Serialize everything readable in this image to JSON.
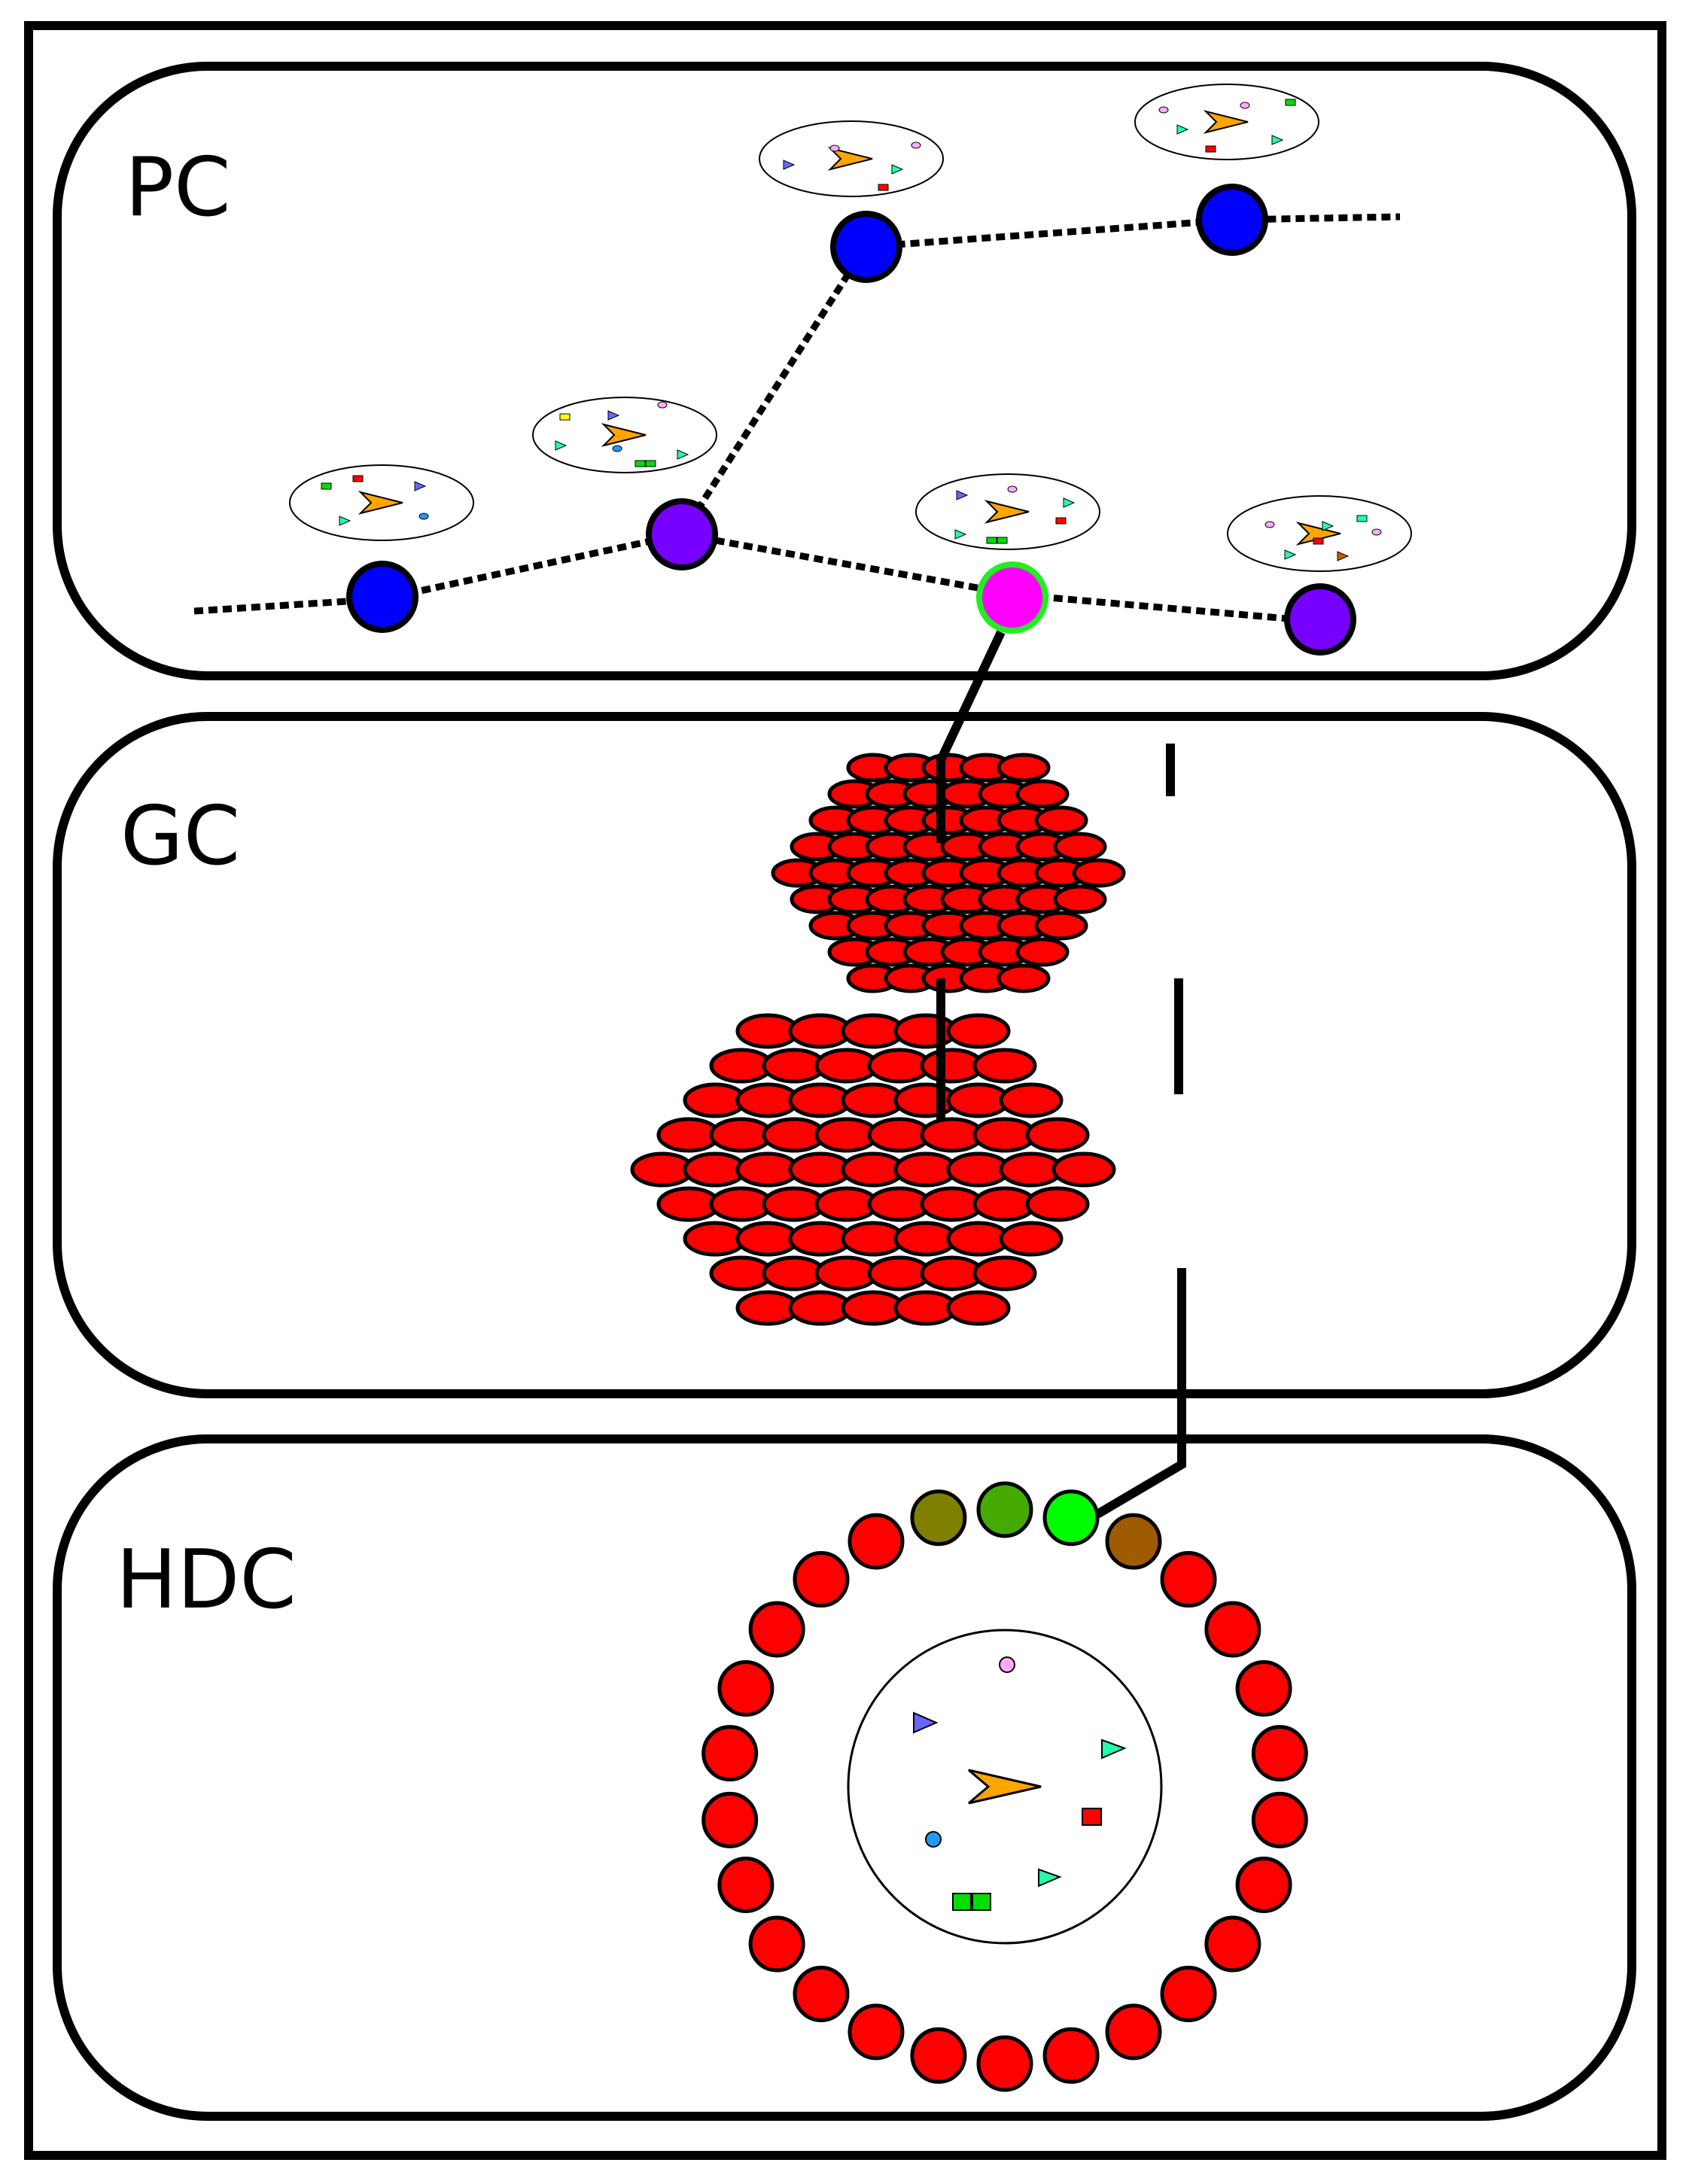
{
  "panels": {
    "pc": {
      "label": "PC"
    },
    "gc": {
      "label": "GC"
    },
    "hdc": {
      "label": "HDC"
    }
  },
  "colors": {
    "inactive": "#ff0000",
    "active": "#00ff00",
    "active_dark": "#44aa00",
    "olive": "#808000",
    "brown": "#a05a00",
    "gc_brown": "#8b5000",
    "gc_orange": "#c06000",
    "pc_blue": "#0000ff",
    "pc_purple": "#7700ff",
    "pc_magenta": "#ff00ff",
    "agent": "#ffa500",
    "landmark_red": "#ff0000",
    "landmark_green": "#00dd00",
    "landmark_teal": "#22ffaa",
    "landmark_blue": "#6666ff",
    "landmark_pink": "#ffaaff",
    "landmark_cyan": "#2299ff",
    "landmark_yellow": "#ffff00"
  },
  "icons": {
    "agent": "arrowhead-icon",
    "landmarks": [
      "square-marker-icon",
      "triangle-marker-icon",
      "circle-marker-icon"
    ]
  }
}
